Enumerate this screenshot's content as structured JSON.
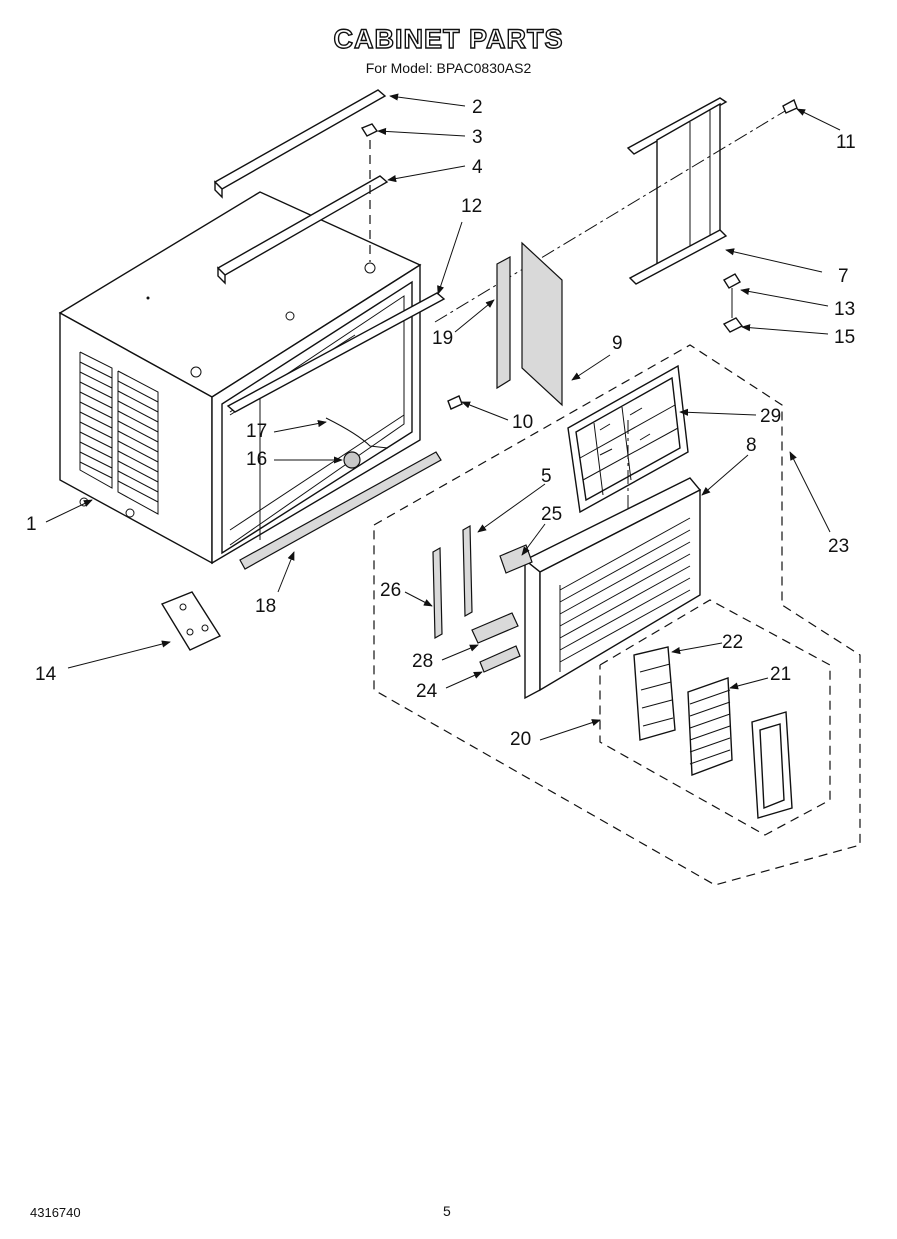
{
  "header": {
    "title": "CABINET PARTS",
    "subtitle": "For Model: BPAC0830AS2"
  },
  "footer": {
    "doc_number": "4316740",
    "page": "5"
  },
  "callouts": [
    "1",
    "2",
    "3",
    "4",
    "5",
    "7",
    "8",
    "9",
    "10",
    "11",
    "12",
    "13",
    "14",
    "15",
    "16",
    "17",
    "18",
    "19",
    "20",
    "21",
    "22",
    "23",
    "24",
    "25",
    "26",
    "28",
    "29"
  ]
}
